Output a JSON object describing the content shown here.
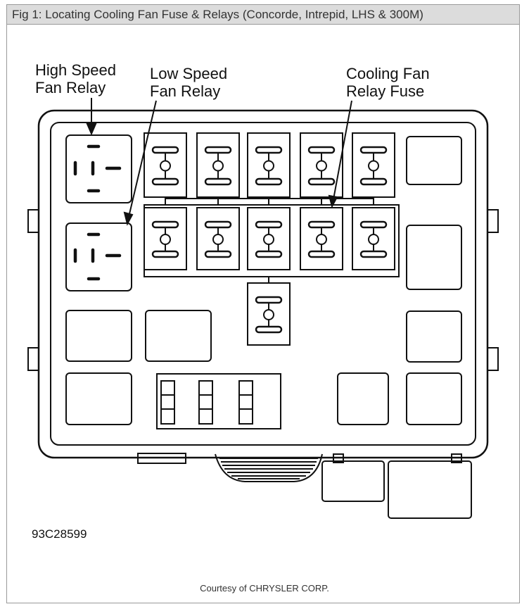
{
  "title": "Fig 1: Locating Cooling Fan Fuse & Relays (Concorde, Intrepid, LHS & 300M)",
  "labels": {
    "high_speed_line1": "High Speed",
    "high_speed_line2": "Fan Relay",
    "low_speed_line1": "Low Speed",
    "low_speed_line2": "Fan Relay",
    "fuse_line1": "Cooling Fan",
    "fuse_line2": "Relay Fuse"
  },
  "figure_id": "93C28599",
  "credit": "Courtesy of CHRYSLER CORP."
}
